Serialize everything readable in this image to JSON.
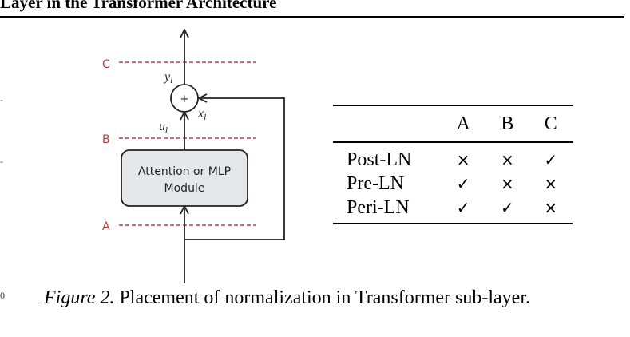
{
  "heading": "Layer in the Transformer Architecture",
  "edge_marks": [
    "-",
    "-",
    "0"
  ],
  "diagram": {
    "levels": {
      "c": "C",
      "b": "B",
      "a": "A"
    },
    "module_label_line1": "Attention or MLP",
    "module_label_line2": "Module",
    "add_symbol": "+",
    "y_var": "y",
    "y_sub": "l",
    "x_var": "x",
    "x_sub": "l",
    "u_var": "u",
    "u_sub": "l",
    "colors": {
      "level_line": "#c0393b",
      "stroke": "#222222",
      "module_fill": "#e5e7ea"
    }
  },
  "table": {
    "columns": [
      "A",
      "B",
      "C"
    ],
    "rows": [
      {
        "label": "Post-LN",
        "cells": [
          "×",
          "×",
          "✓"
        ]
      },
      {
        "label": "Pre-LN",
        "cells": [
          "✓",
          "×",
          "×"
        ]
      },
      {
        "label": "Peri-LN",
        "cells": [
          "✓",
          "✓",
          "×"
        ]
      }
    ]
  },
  "caption": {
    "label": "Figure 2.",
    "text": " Placement of normalization in Transformer sub-layer."
  }
}
